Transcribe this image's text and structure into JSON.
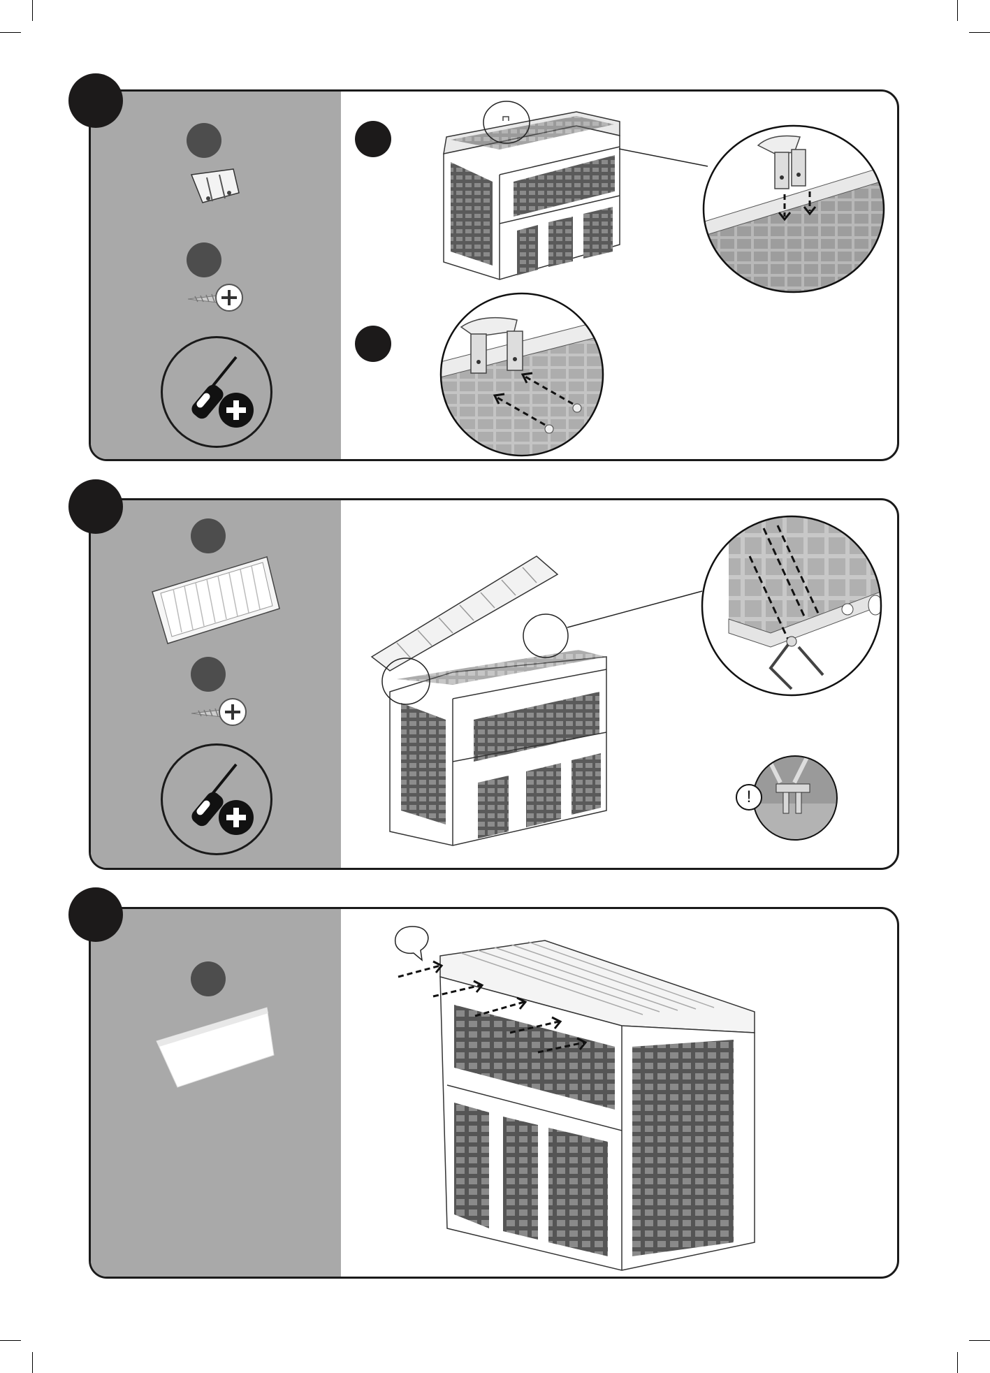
{
  "page": {
    "steps": [
      {
        "parts": [
          "hinge-bracket",
          "screw"
        ],
        "sub_steps": 2
      },
      {
        "parts": [
          "lid-panel",
          "screw"
        ],
        "sub_steps": 0
      },
      {
        "parts": [
          "top-slat"
        ],
        "sub_steps": 0
      }
    ],
    "warning_symbol": "!",
    "colors": {
      "panel_side": "#a9a9a9",
      "step_dot": "#1c1a1a",
      "part_dot": "#4d4d4d",
      "weave": "#5a5a5a"
    }
  }
}
